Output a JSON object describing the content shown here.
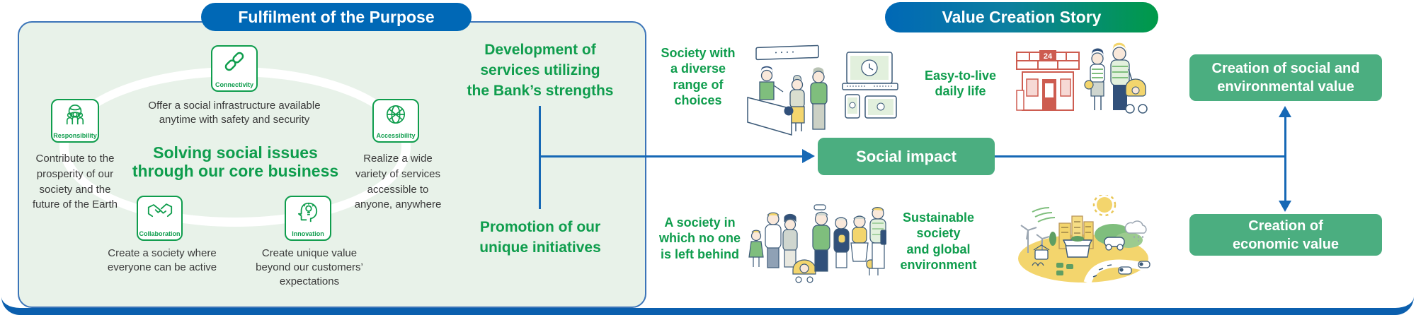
{
  "pills": {
    "fulfilment": "Fulfilment of the Purpose",
    "value_creation": "Value Creation Story"
  },
  "purpose_panel": {
    "heading": "Solving social issues\nthrough our core business",
    "values": [
      {
        "name": "connectivity",
        "label": "Connectivity",
        "description": "Offer a social infrastructure available\nanytime with safety and security"
      },
      {
        "name": "responsibility",
        "label": "Responsibility",
        "description": "Contribute to the\nprosperity of our\nsociety and the\nfuture of the Earth"
      },
      {
        "name": "accessibility",
        "label": "Accessibility",
        "description": "Realize a wide\nvariety of services\naccessible to\nanyone, anywhere"
      },
      {
        "name": "collaboration",
        "label": "Collaboration",
        "description": "Create a society where\neveryone can be active"
      },
      {
        "name": "innovation",
        "label": "Innovation",
        "description": "Create unique value\nbeyond our customers’\nexpectations"
      }
    ]
  },
  "bridge": {
    "development": "Development of\nservices utilizing\nthe Bank’s strengths",
    "promotion": "Promotion of our\nunique initiatives"
  },
  "story": {
    "outcomes": {
      "diverse_choices": "Society with\na diverse\nrange of\nchoices",
      "easy_daily_life": "Easy-to-live\ndaily life",
      "no_one_left_behind": "A society in\nwhich no one\nis left behind",
      "sustainable": "Sustainable\nsociety\nand global\nenvironment"
    },
    "social_impact": "Social impact",
    "creation_social_env": "Creation of social and\nenvironmental value",
    "creation_economic": "Creation of\neconomic value",
    "store_sign": "24"
  },
  "illustrations": [
    "bank-counter-scene",
    "digital-devices",
    "convenience-store",
    "family-with-stroller",
    "diverse-people-group",
    "sustainable-town"
  ],
  "colors": {
    "brand_blue": "#0068b6",
    "brand_green": "#0f9d4d",
    "box_green": "#4bae80",
    "panel_bg": "#e8f2e9",
    "panel_border": "#3b74b8",
    "frame_blue": "#1565b0",
    "connector_blue": "#1668b5",
    "pill_gradient_end": "#009a48"
  }
}
